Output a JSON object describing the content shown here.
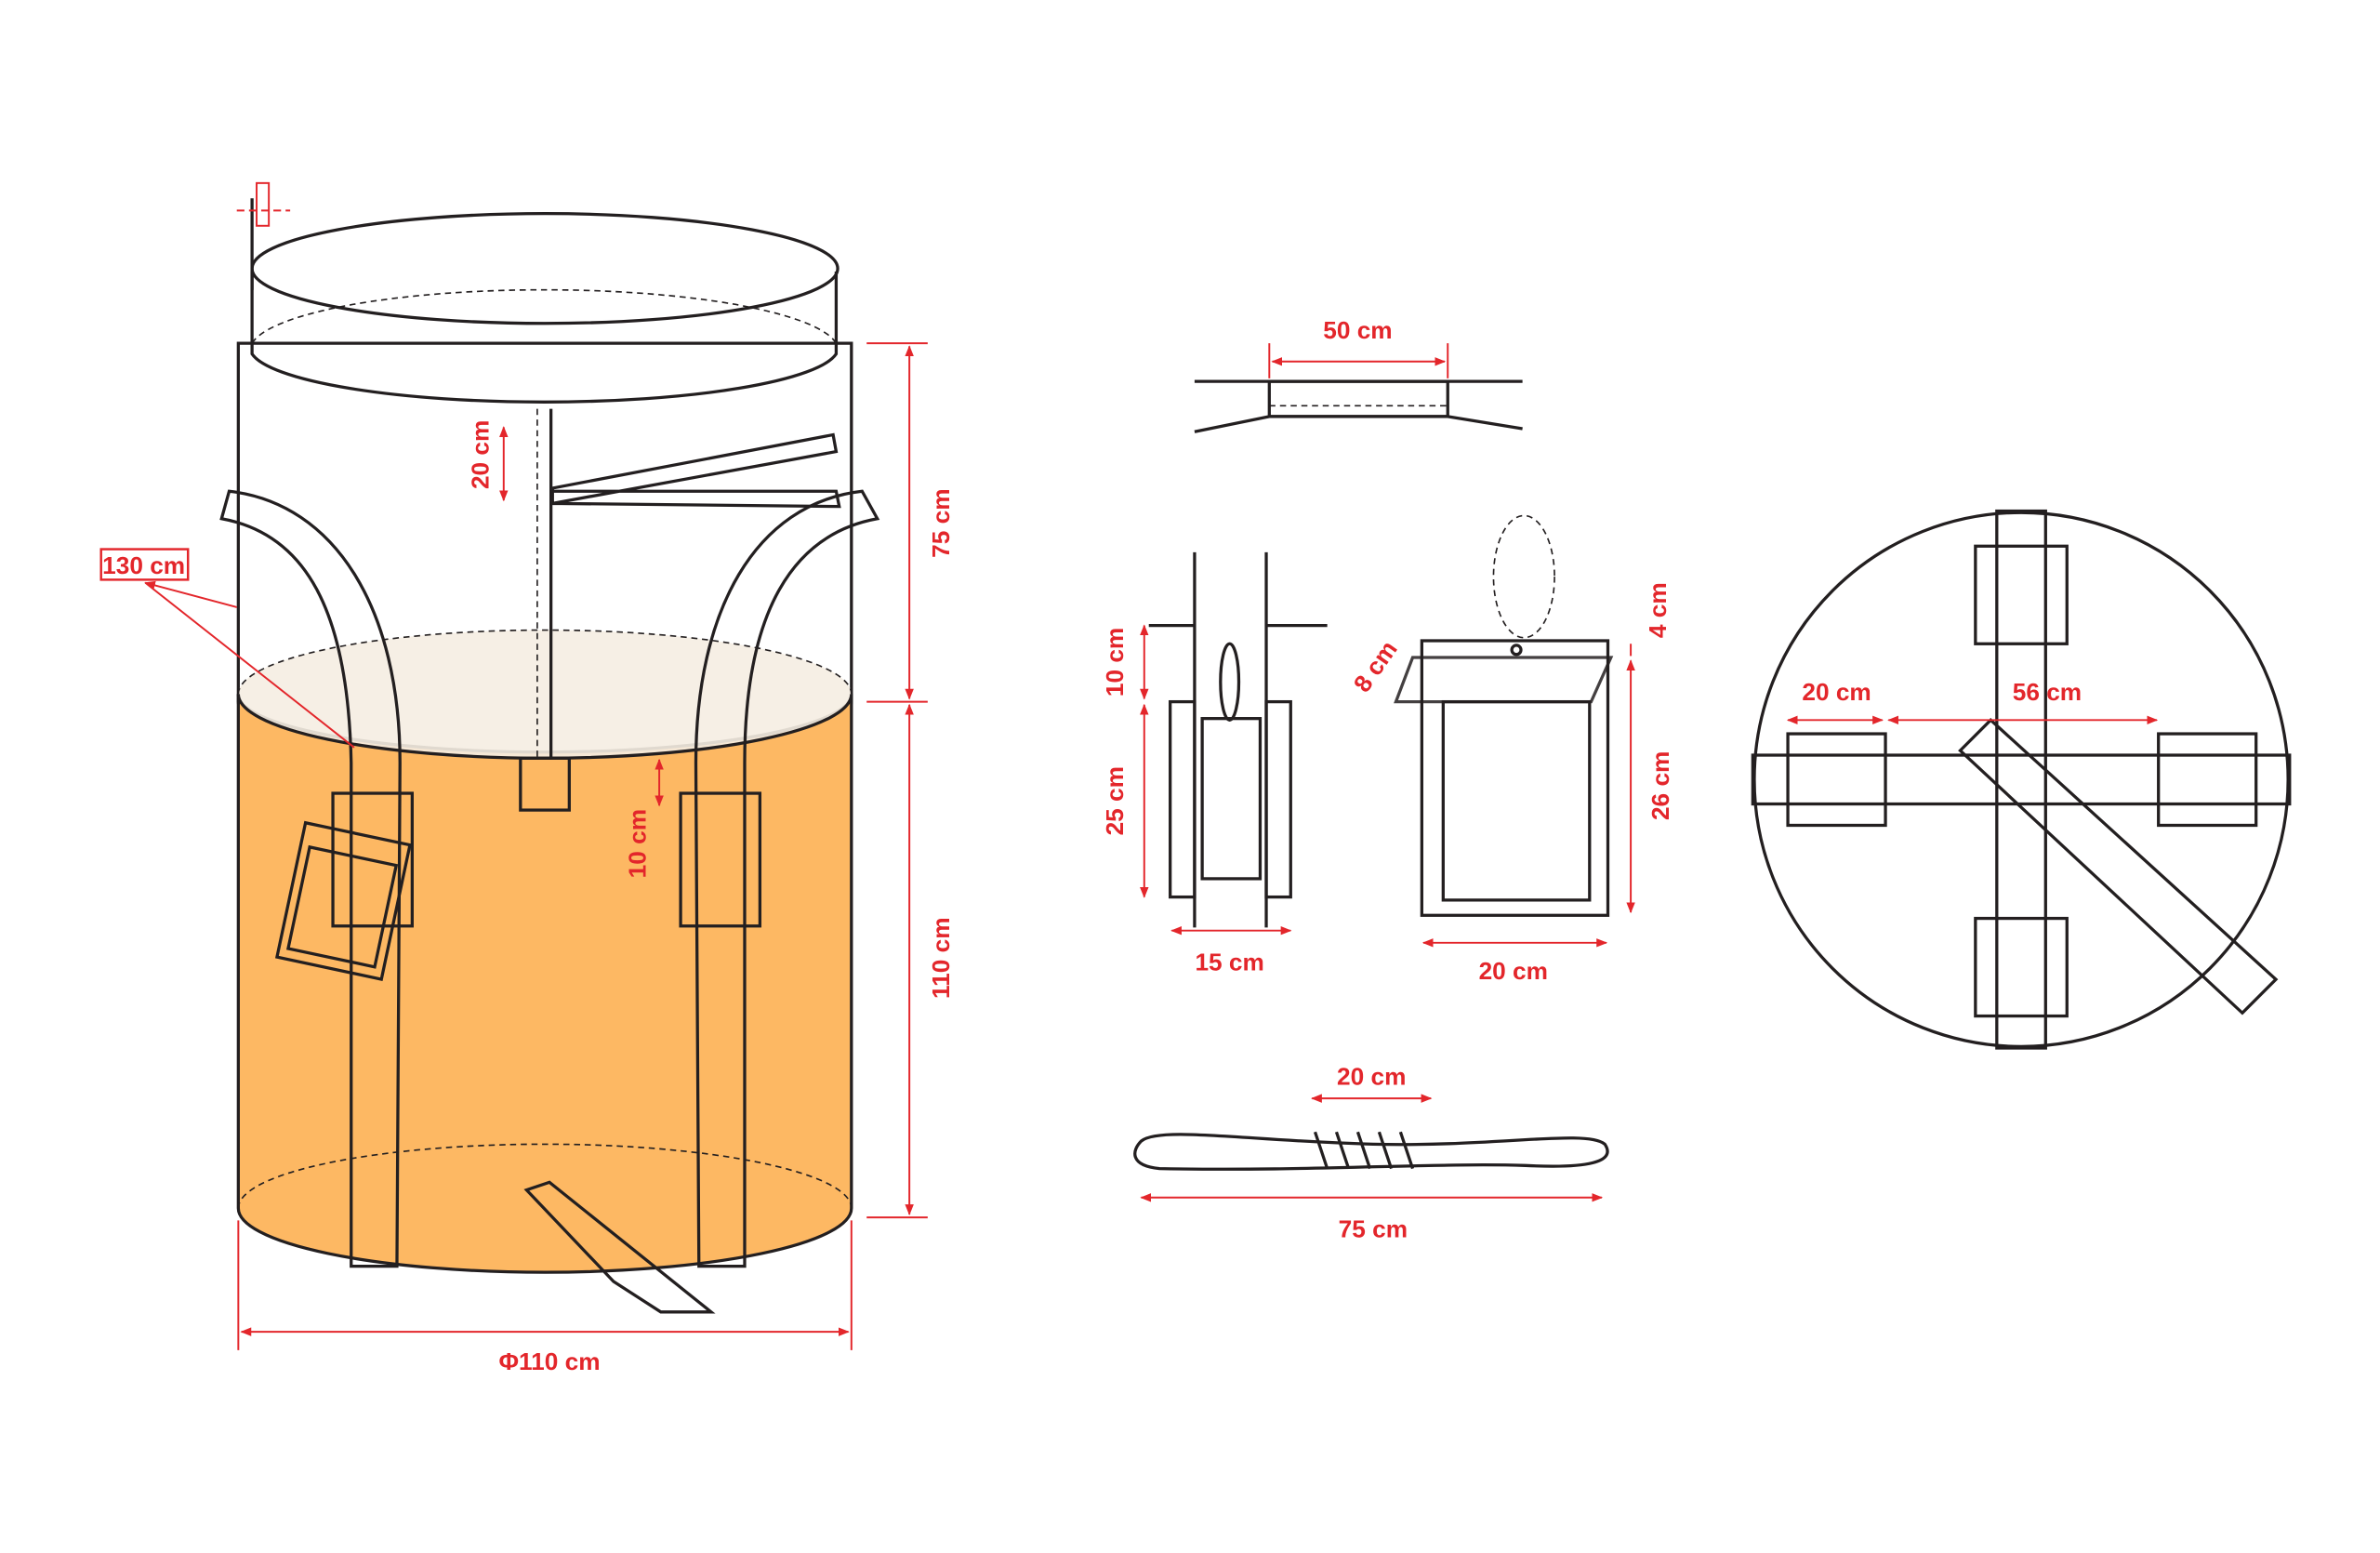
{
  "colors": {
    "fill": "#fdb863",
    "fill_dark": "#f9a133",
    "dimension": "#e3262b",
    "outline": "#231f20",
    "top": "#f7f8f8"
  },
  "main_bag": {
    "top_height": "75 cm",
    "body_height": "110 cm",
    "diameter": "Φ110 cm",
    "spout_length": "20 cm",
    "loop_length": "130 cm",
    "bottom_spout": "10 cm"
  },
  "spout_detail": {
    "width": "50 cm"
  },
  "loop_detail": {
    "top": "10 cm",
    "height": "25 cm",
    "width": "15 cm"
  },
  "pocket_detail": {
    "flap": "8 cm",
    "top": "4 cm",
    "height": "26 cm",
    "width": "20 cm"
  },
  "tie_detail": {
    "stitch": "20 cm",
    "length": "75 cm"
  },
  "bottom_view": {
    "patch": "20 cm",
    "spacing": "56 cm"
  }
}
